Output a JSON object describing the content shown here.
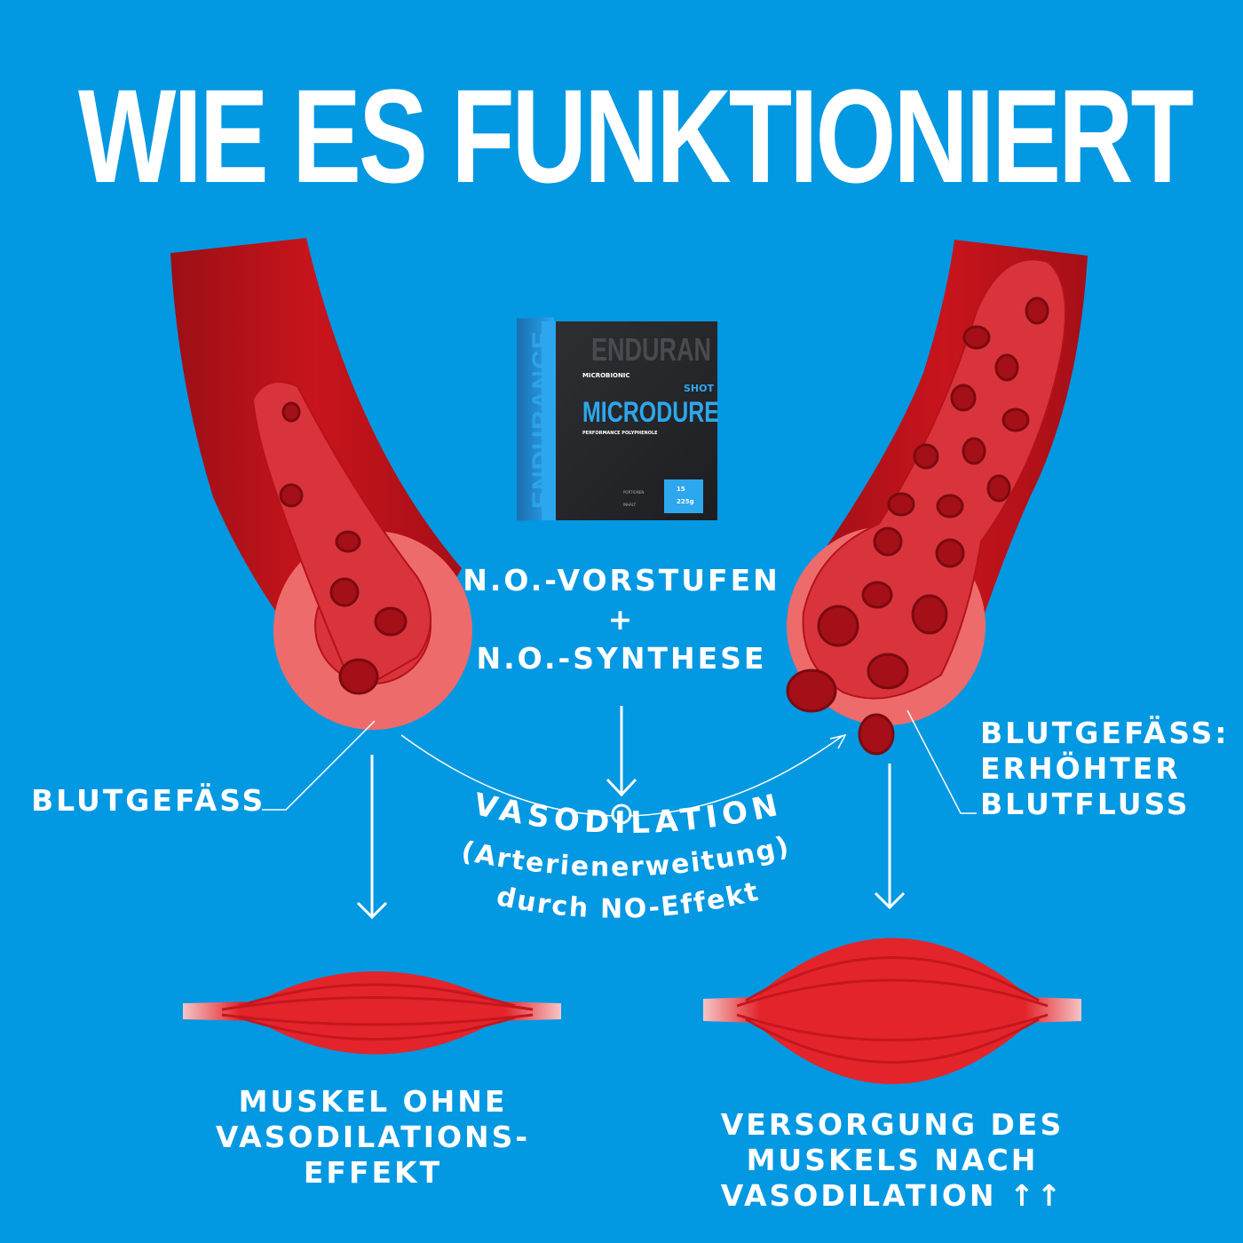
{
  "title": "WIE ES FUNKTIONIERT",
  "product": {
    "side_text": "ENDURANCE",
    "brand": "MICROBIONIC",
    "ghost_text": "ENDURAN",
    "shot": "SHOT",
    "name": "MICRODURE",
    "subtitle": "PERFORMANCE POLYPHENOLE",
    "portions_label": "PORTIONEN",
    "portions_value": "15",
    "content_label": "INHALT",
    "content_value": "225g"
  },
  "center": {
    "line1": "N.O.-VORSTUFEN",
    "plus": "+",
    "line2": "N.O.-SYNTHESE"
  },
  "arc": {
    "line1": "VASODILATION",
    "line2": "(Arterienerweitung)",
    "line3": "durch NO-Effekt"
  },
  "labels": {
    "left_vessel": "BLUTGEFÄSS",
    "right_vessel": [
      "BLUTGEFÄSS:",
      "ERHÖHTER",
      "BLUTFLUSS"
    ],
    "left_muscle": [
      "MUSKEL OHNE",
      "VASODILATIONS-",
      "EFFEKT"
    ],
    "right_muscle": [
      "VERSORGUNG DES",
      "MUSKELS NACH",
      "VASODILATION ↑↑"
    ]
  },
  "colors": {
    "background": "#0398e2",
    "vessel_dark": "#b5121b",
    "vessel_mid": "#d9343c",
    "vessel_ring": "#ee6b6b",
    "muscle": "#e3242b",
    "accent": "#2da7ee"
  }
}
